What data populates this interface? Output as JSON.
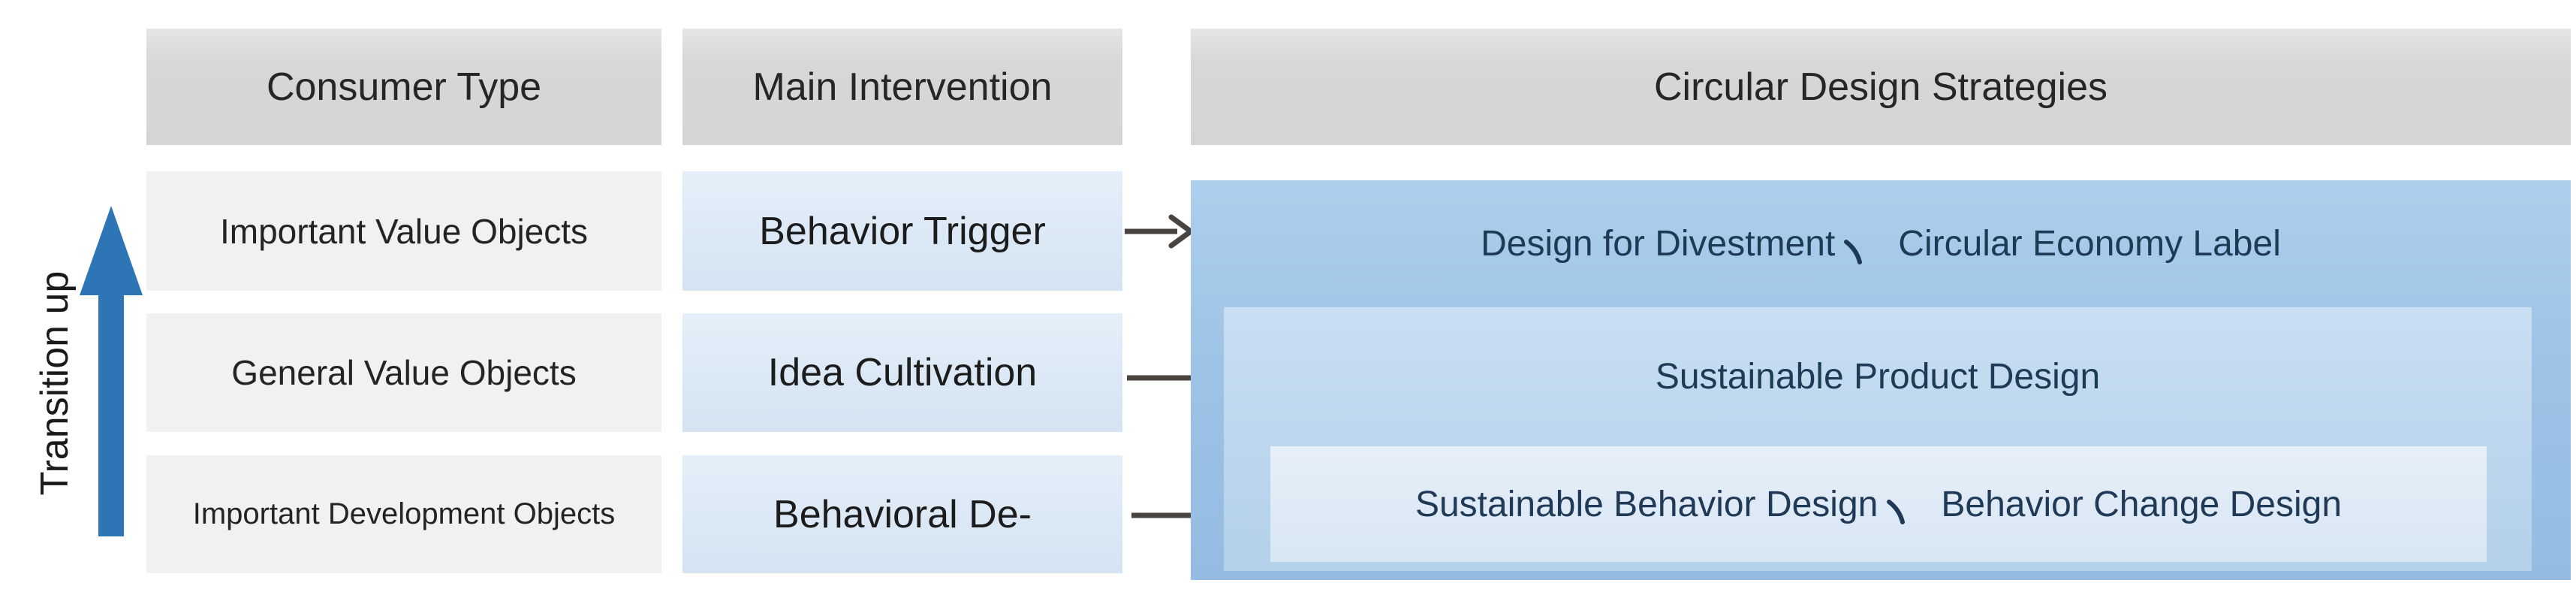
{
  "figure": {
    "transition_axis": {
      "label": "Transition up"
    },
    "headers": {
      "consumer_type": "Consumer Type",
      "main_intervention": "Main Intervention",
      "circular_design_strategies": "Circular Design Strategies"
    },
    "separator": "、",
    "rows": [
      {
        "consumer_type": "Important Value Objects",
        "intervention": "Behavior Trigger",
        "strategy": "Design for Divestment、Circular Economy Label",
        "strategy_parts": [
          "Design for Divestment",
          "Circular Economy Label"
        ]
      },
      {
        "consumer_type": "General Value Objects",
        "intervention": "Idea Cultivation",
        "strategy": "Sustainable Product Design",
        "strategy_parts": [
          "Sustainable Product Design"
        ]
      },
      {
        "consumer_type": "Important Development Objects",
        "intervention": "Behavioral De-",
        "strategy": "Sustainable Behavior Design、Behavior Change Design",
        "strategy_parts": [
          "Sustainable Behavior Design",
          "Behavior Change Design"
        ]
      }
    ],
    "colors": {
      "header_bg": "#d9d9d9",
      "consumer_label_bg": "#f1f1f2",
      "intervention_bg": "#dbe8f5",
      "strategy_outer_bg": "#9dc3e6",
      "strategy_middle_bg": "#bed7ee",
      "strategy_inner_bg": "#dfeaf6",
      "transition_arrow": "#2e75b6",
      "flow_arrow": "#494440",
      "strategy_text": "#1e3a56",
      "label_text": "#242424"
    }
  }
}
